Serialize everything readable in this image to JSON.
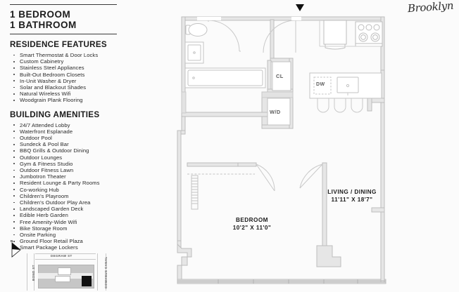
{
  "unit": {
    "bedrooms_line": "1 BEDROOM",
    "bathrooms_line": "1 BATHROOM"
  },
  "residence_features": {
    "heading": "RESIDENCE FEATURES",
    "items": [
      "Smart Thermostat & Door Locks",
      "Custom Cabinetry",
      "Stainless Steel Appliances",
      "Built-Out Bedroom Closets",
      "In-Unit Washer & Dryer",
      "Solar and Blackout Shades",
      "Natural Wireless Wifi",
      "Woodgrain Plank Flooring"
    ]
  },
  "building_amenities": {
    "heading": "BUILDING AMENITIES",
    "items": [
      "24/7 Attended Lobby",
      "Waterfront Esplanade",
      "Outdoor Pool",
      "Sundeck & Pool Bar",
      "BBQ Grills & Outdoor Dining",
      "Outdoor Lounges",
      "Gym & Fitness Studio",
      "Outdoor Fitness Lawn",
      "Jumbotron Theater",
      "Resident Lounge & Party Rooms",
      "Co-working Hub",
      "Children's Playroom",
      "Children's Outdoor Play Area",
      "Landscaped Garden Deck",
      "Edible Herb Garden",
      "Free Amenity-Wide Wifi",
      "Bike Storage Room",
      "Onsite Parking",
      "Ground Floor Retail Plaza",
      "Smart Package Lockers"
    ]
  },
  "location_map": {
    "north_label": "N",
    "streets": {
      "top": "DEGRAW ST",
      "left": "BOND ST",
      "right": "GOWANUS CANAL"
    }
  },
  "branding": {
    "logo_text": "Brooklyn"
  },
  "floorplan": {
    "rooms": [
      {
        "name": "LIVING / DINING",
        "dimensions": "11'11\" X 18'7\""
      },
      {
        "name": "BEDROOM",
        "dimensions": "10'2\" X 11'0\""
      }
    ],
    "fixtures": {
      "closet": "CL",
      "washer_dryer": "W/D",
      "dishwasher": "DW"
    }
  },
  "colors": {
    "ink": "#1b1b1b",
    "wall": "#e3e3e3",
    "wall_stroke": "#b9b9b9",
    "fixture_stroke": "#c3c3c3",
    "background": "#fbfbfb"
  }
}
